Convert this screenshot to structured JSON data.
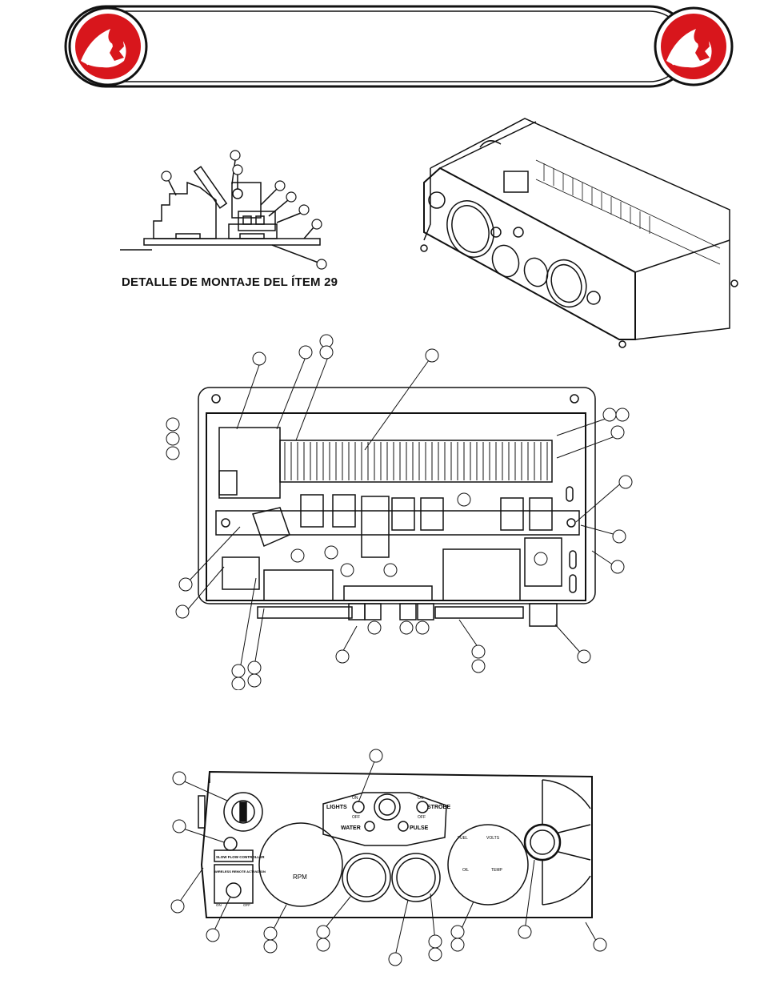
{
  "colors": {
    "brand_red": "#d8161c",
    "ink": "#111111"
  },
  "icons": {
    "logo": "knight-helmet-logo"
  },
  "detail": {
    "caption": "DETALLE DE MONTAJE DEL ÍTEM 29"
  },
  "panel_labels": {
    "lights": "LIGHTS",
    "strobe": "STROBE",
    "water": "WATER",
    "pulse": "PULSE",
    "on": "ON",
    "off": "OFF",
    "rpm": "RPM",
    "fuel": "FUEL",
    "volts": "VOLTS",
    "oil": "OIL",
    "temp": "TEMP",
    "slow_flow_controller": "SLOW FLOW CONTROLLER",
    "wireless_remote_activation": "WIRELESS REMOTE ACTIVATION"
  }
}
